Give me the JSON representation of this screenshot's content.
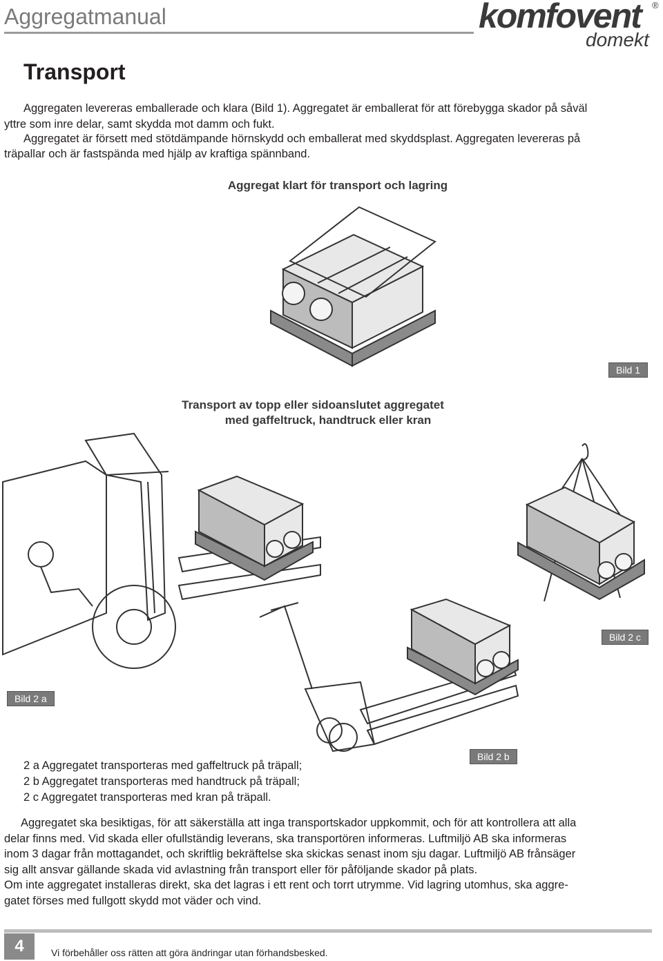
{
  "header": {
    "title": "Aggregatmanual",
    "logo_main": "komfovent",
    "logo_reg": "®",
    "logo_sub": "domekt"
  },
  "section": {
    "title": "Transport"
  },
  "intro": {
    "line1": "Aggregaten levereras emballerade och klara (Bild 1). Aggregatet är emballerat för att förebygga skador på såväl",
    "line2": "yttre som inre delar, samt skydda mot damm och fukt.",
    "line3": "Aggregatet är försett med stötdämpande hörnskydd och emballerat med skyddsplast. Aggregaten levereras på",
    "line4": "träpallar och är fastspända med hjälp av kraftiga spännband."
  },
  "figure1": {
    "caption": "Aggregat klart för transport och lagring",
    "tag": "Bild 1"
  },
  "figure2": {
    "caption_line1": "Transport av topp eller sidoanslutet aggregatet",
    "caption_line2": "med gaffeltruck, handtruck eller kran",
    "tag_a": "Bild 2 a",
    "tag_b": "Bild 2 b",
    "tag_c": "Bild 2 c"
  },
  "legend": [
    "2 a Aggregatet transporteras med gaffeltruck på träpall;",
    "2 b Aggregatet transporteras med handtruck på träpall;",
    "2 c Aggregatet transporteras med kran på träpall."
  ],
  "body": {
    "line1": "Aggregatet ska besiktigas, för att säkerställa att inga transportskador uppkommit, och för att kontrollera att alla",
    "line2": "delar finns med. Vid skada eller ofullständig leverans, ska transportören informeras. Luftmiljö AB ska informeras",
    "line3": "inom 3 dagar från mottagandet, och skriftlig bekräftelse ska skickas senast inom sju dagar. Luftmiljö AB frånsäger",
    "line4": "sig allt ansvar gällande skada vid avlastning från transport eller för påföljande skador på plats.",
    "line5": "Om inte aggregatet installeras direkt, ska det lagras i ett rent och torrt utrymme. Vid lagring utomhus, ska aggre-",
    "line6": "gatet förses med fullgott skydd  mot väder och vind."
  },
  "footer": {
    "page": "4",
    "note": "Vi förbehåller oss rätten att göra ändringar utan förhandsbesked."
  }
}
